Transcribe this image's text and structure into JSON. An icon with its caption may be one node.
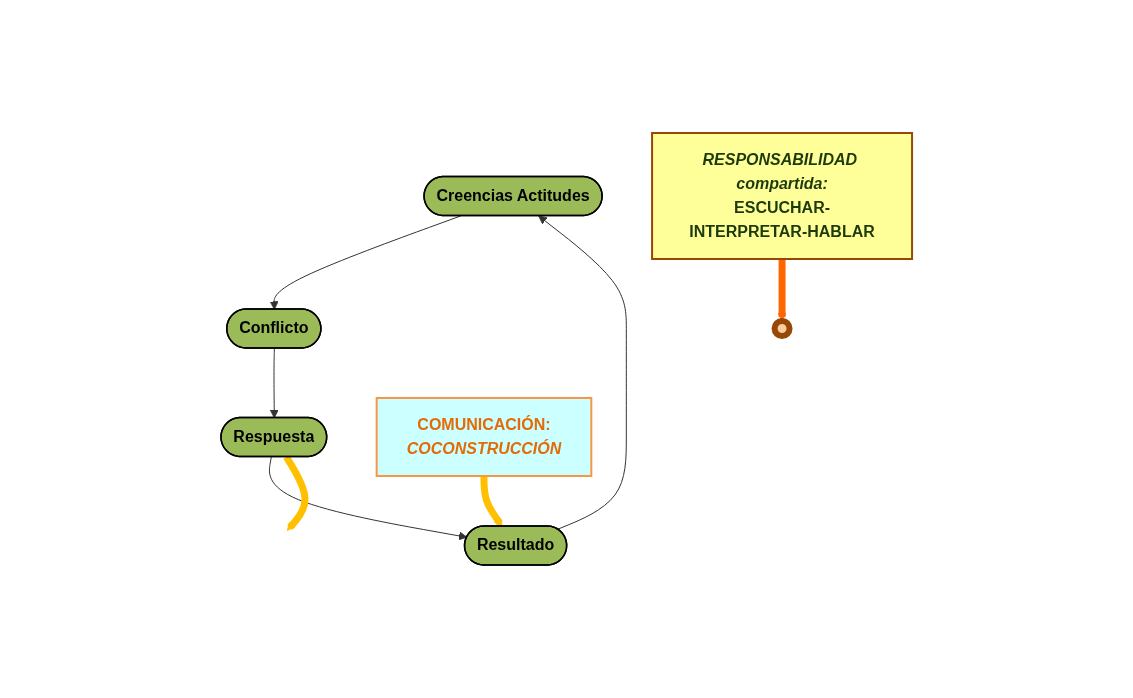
{
  "diagram": {
    "nodes": [
      {
        "text": [
          "Creencias Actitudes"
        ]
      },
      {
        "text": [
          "Conflicto"
        ]
      },
      {
        "text": [
          "Respuesta"
        ]
      },
      {
        "text": [
          "Resultado"
        ]
      },
      {
        "text": [
          "COMUNICACIÓN:",
          "COCONSTRUCCIÓN"
        ]
      },
      {
        "text": [
          "RESPONSABILIDAD compartida:",
          "ESCUCHAR-INTERPRETAR-HABLAR"
        ]
      },
      {
        "text": [],
        "shape": "cycle"
      }
    ],
    "edges": [
      {
        "from": 3,
        "to": 0,
        "arrow": "to"
      },
      {
        "from": 0,
        "to": 1,
        "arrow": "to"
      },
      {
        "from": 1,
        "to": 2,
        "arrow": "to"
      },
      {
        "from": 2,
        "to": 3,
        "arrow": "to"
      },
      {
        "from": 4,
        "to": 3,
        "arrow": "to",
        "style": "thick",
        "color": "#ffc000"
      },
      {
        "from": 2,
        "to": null,
        "arrow": "to",
        "style": "thick",
        "color": "#ffc000"
      },
      {
        "from": 5,
        "to": 6,
        "arrow": "to",
        "style": "thick",
        "color": "#ff6600"
      }
    ]
  }
}
